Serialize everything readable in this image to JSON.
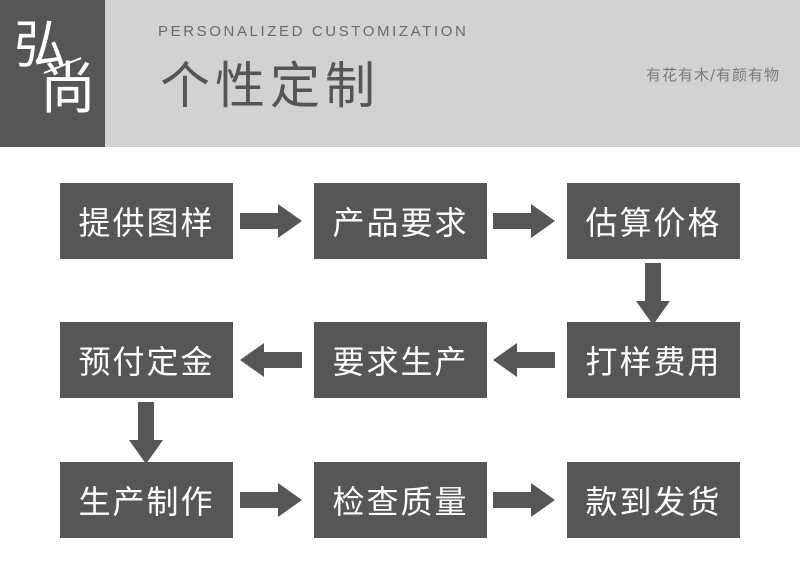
{
  "header": {
    "logo_text": "弘尚",
    "logo_char_1": "弘",
    "logo_char_2": "尚",
    "eyebrow": "PERSONALIZED CUSTOMIZATION",
    "title": "个性定制",
    "tagline": "有花有木/有颜有物",
    "band_color": "#d2d2d2",
    "logo_block_color": "#565656",
    "title_color": "#555555",
    "eyebrow_color": "#6b6b6b",
    "tagline_color": "#7a7a7a"
  },
  "flow": {
    "node_fill": "#565656",
    "node_text_color": "#ffffff",
    "arrow_color": "#565656",
    "rows": [
      {
        "nodes": [
          {
            "label": "提供图样"
          },
          {
            "label": "产品要求"
          },
          {
            "label": "估算价格"
          }
        ],
        "connectors": [
          {
            "name": "arrow-right",
            "glyph": "→"
          },
          {
            "name": "arrow-right",
            "glyph": "→"
          }
        ]
      },
      {
        "nodes": [
          {
            "label": "预付定金"
          },
          {
            "label": "要求生产"
          },
          {
            "label": "打样费用"
          }
        ],
        "connectors": [
          {
            "name": "arrow-left",
            "glyph": "←"
          },
          {
            "name": "arrow-left",
            "glyph": "←"
          }
        ]
      },
      {
        "nodes": [
          {
            "label": "生产制作"
          },
          {
            "label": "检查质量"
          },
          {
            "label": "款到发货"
          }
        ],
        "connectors": [
          {
            "name": "arrow-right",
            "glyph": "→"
          },
          {
            "name": "arrow-right",
            "glyph": "→"
          }
        ]
      }
    ],
    "vertical_connectors": [
      {
        "name": "arrow-down-right-column",
        "glyph": "↓",
        "from": "估算价格",
        "to": "打样费用"
      },
      {
        "name": "arrow-down-left-column",
        "glyph": "↓",
        "from": "预付定金",
        "to": "生产制作"
      }
    ]
  }
}
